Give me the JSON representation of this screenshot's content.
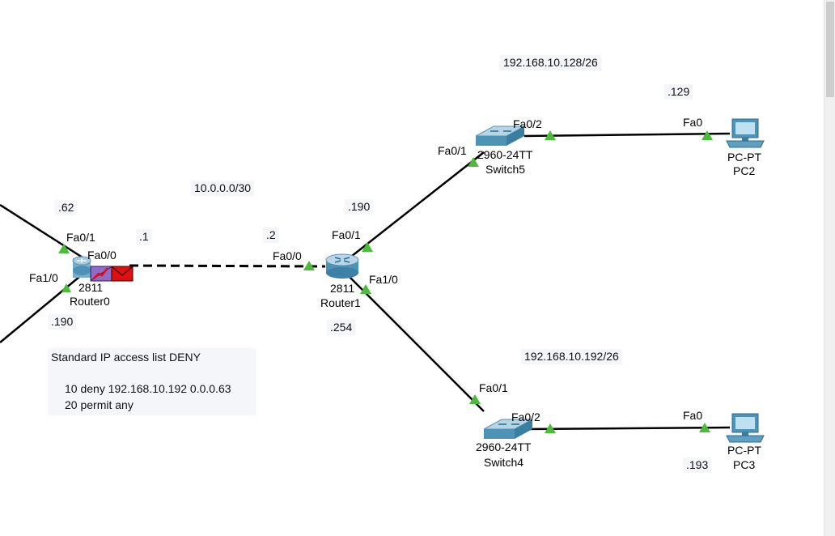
{
  "notes": {
    "net_top": "192.168.10.128/26",
    "net_bottom": "192.168.10.192/26",
    "net_link": "10.0.0.0/30",
    "r0_fa01_ip": ".62",
    "r0_fa00_ip": ".1",
    "r0_fa10_ip": ".190",
    "r1_fa00_ip": ".2",
    "r1_fa01_ip": ".190",
    "r1_fa10_ip": ".254",
    "pc2_ip": ".129",
    "pc3_ip": ".193"
  },
  "acl": {
    "title": "Standard IP access list DENY",
    "rule1": "10 deny 192.168.10.192 0.0.0.63",
    "rule2": "20 permit any"
  },
  "ports": {
    "r0_fa01": "Fa0/1",
    "r0_fa00": "Fa0/0",
    "r0_fa10": "Fa1/0",
    "r1_fa00": "Fa0/0",
    "r1_fa01": "Fa0/1",
    "r1_fa10": "Fa1/0",
    "sw5_fa01": "Fa0/1",
    "sw5_fa02": "Fa0/2",
    "sw4_fa01": "Fa0/1",
    "sw4_fa02": "Fa0/2",
    "pc2_fa0": "Fa0",
    "pc3_fa0": "Fa0"
  },
  "devices": {
    "router0_model": "2811",
    "router0_name": "Router0",
    "router1_model": "2811",
    "router1_name": "Router1",
    "switch5_model": "2960-24TT",
    "switch5_name": "Switch5",
    "switch4_model": "2960-24TT",
    "switch4_name": "Switch4",
    "pc2_model": "PC-PT",
    "pc2_name": "PC2",
    "pc3_model": "PC-PT",
    "pc3_name": "PC3"
  },
  "colors": {
    "link": "#000000",
    "port_up": "#4cbb3c",
    "device_blue": "#4d93b6",
    "pdu_red": "#e01010",
    "pdu_purple": "#8e6cc8",
    "note_bg": "#f5f6fa"
  }
}
